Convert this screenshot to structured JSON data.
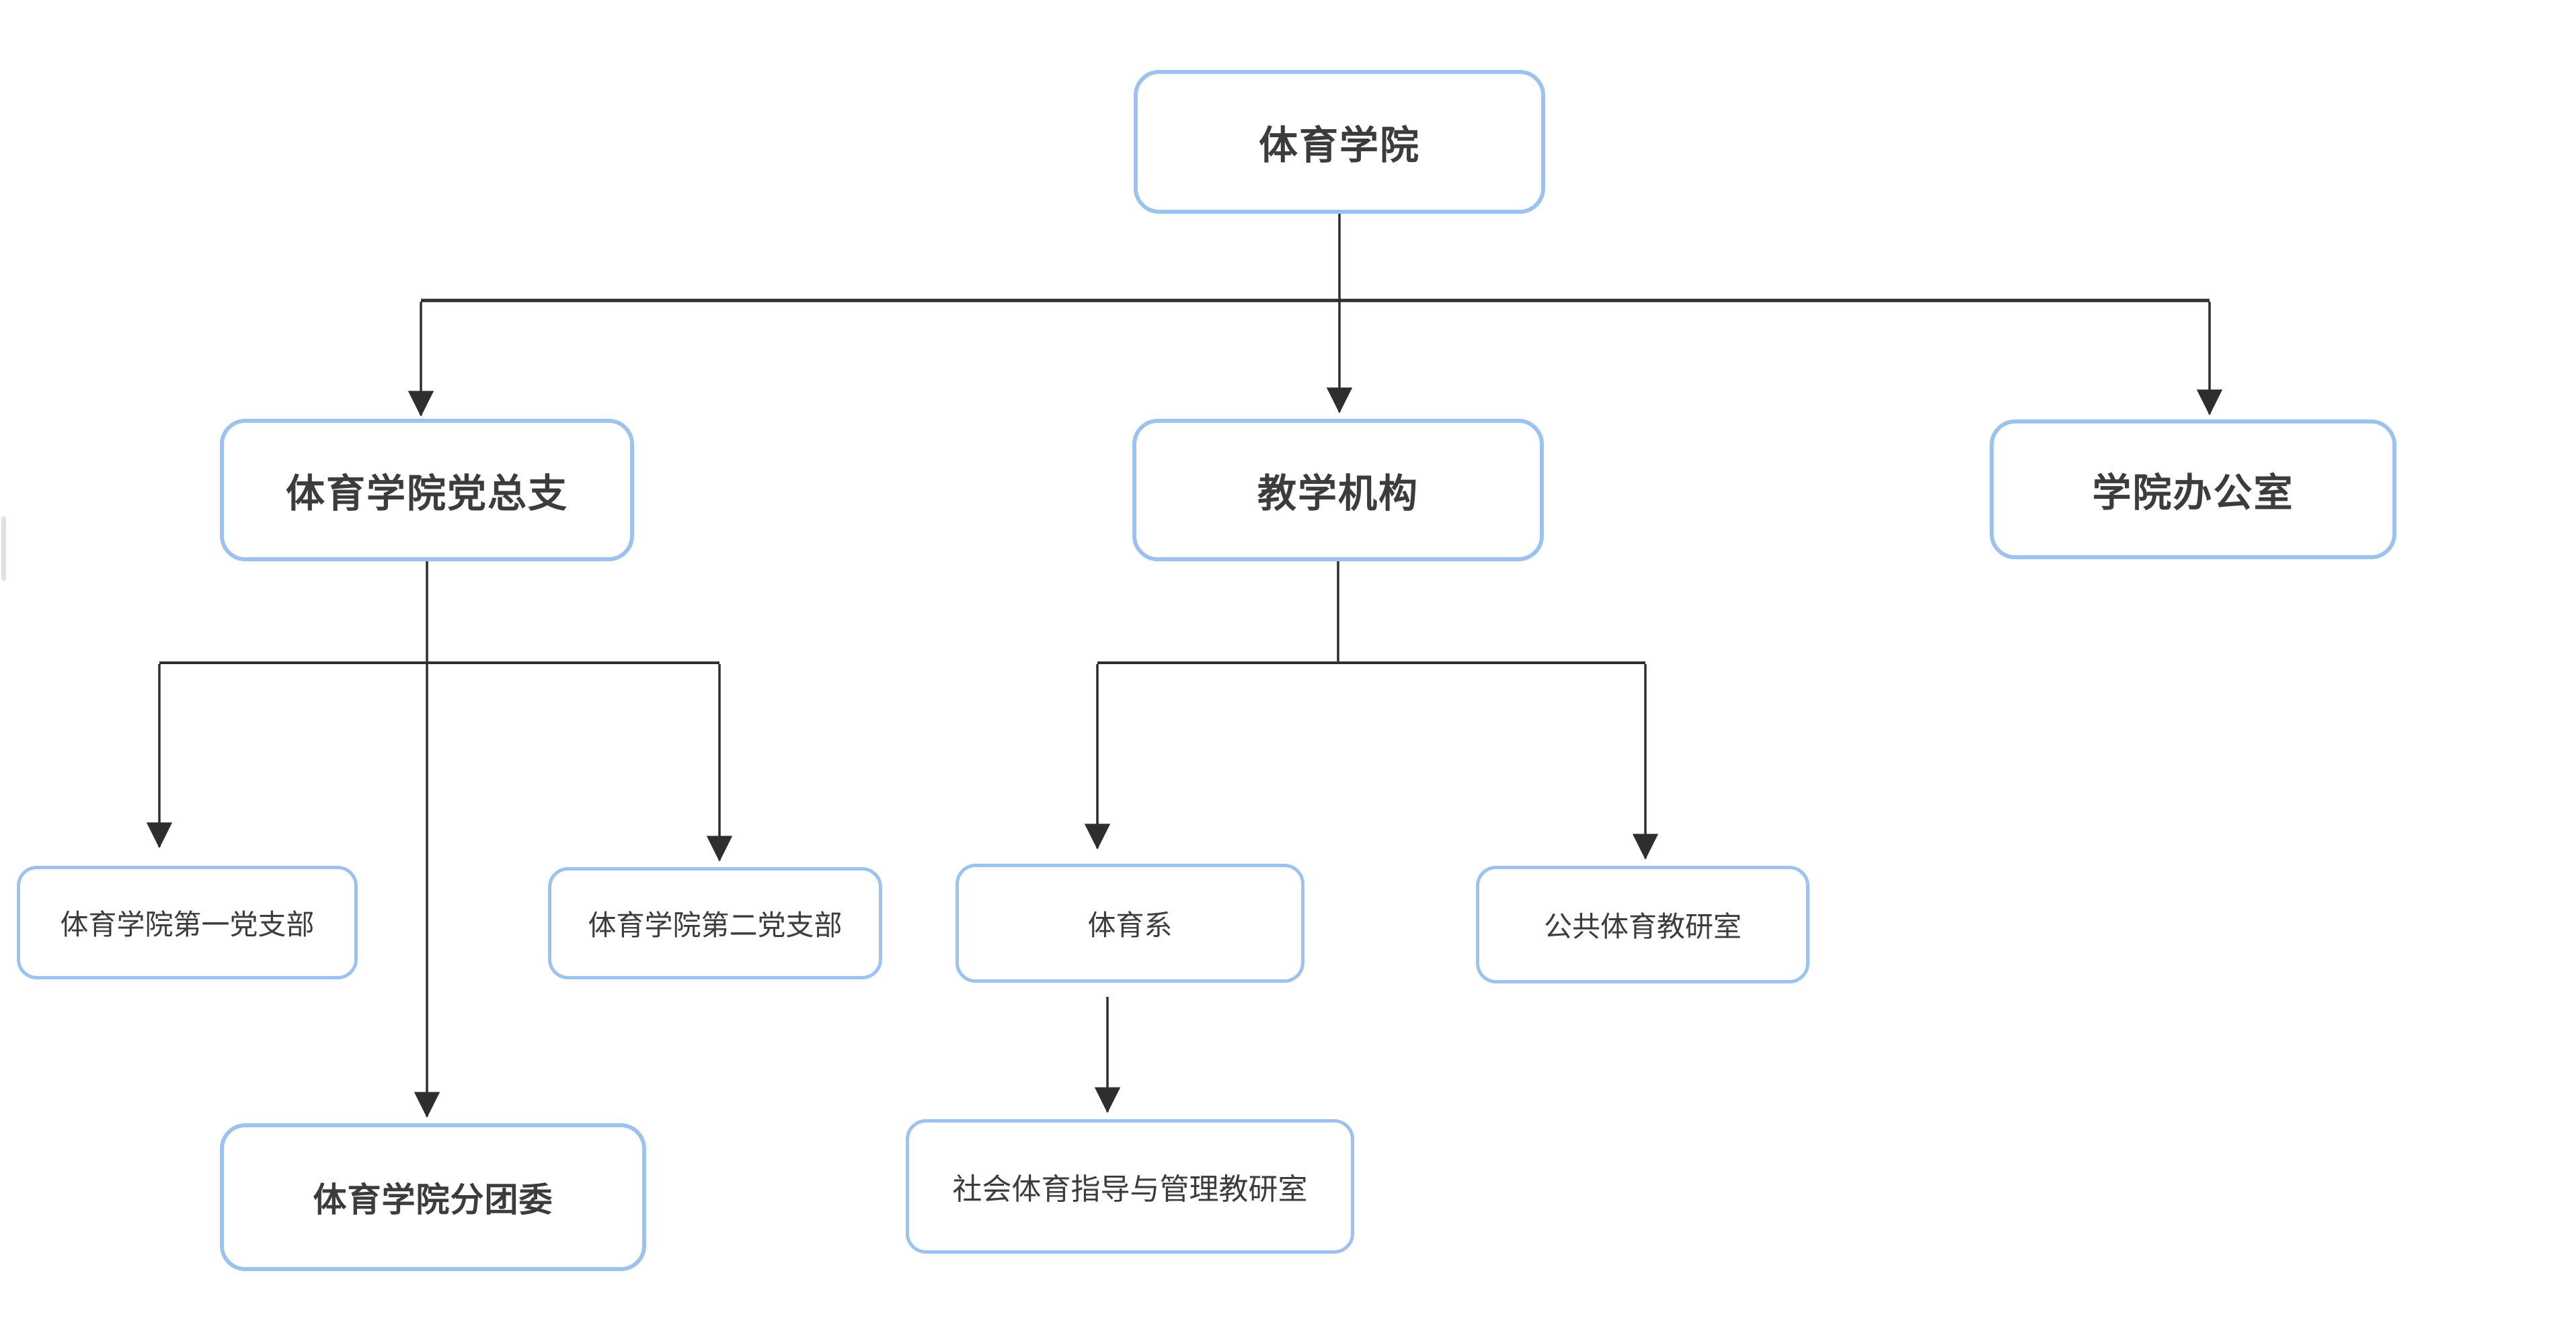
{
  "diagram": {
    "type": "org-chart",
    "background_color": "#ffffff",
    "colors": {
      "node_border": "#9cc2ef",
      "node_fill": "#ffffff",
      "node_text": "#3c3c3c",
      "connector": "#2e2e2e"
    },
    "nodes": [
      {
        "id": "root",
        "label": "体育学院",
        "level": 1
      },
      {
        "id": "party",
        "label": "体育学院党总支",
        "level": 2
      },
      {
        "id": "teaching",
        "label": "教学机构",
        "level": 2
      },
      {
        "id": "office",
        "label": "学院办公室",
        "level": 2
      },
      {
        "id": "branch1",
        "label": "体育学院第一党支部",
        "level": 3
      },
      {
        "id": "branch2",
        "label": "体育学院第二党支部",
        "level": 3
      },
      {
        "id": "pe-dept",
        "label": "体育系",
        "level": 3
      },
      {
        "id": "public-pe",
        "label": "公共体育教研室",
        "level": 3
      },
      {
        "id": "league",
        "label": "体育学院分团委",
        "level": 3
      },
      {
        "id": "social-pe",
        "label": "社会体育指导与管理教研室",
        "level": 4
      }
    ],
    "edges": [
      {
        "from": "体育学院",
        "to": "体育学院党总支"
      },
      {
        "from": "体育学院",
        "to": "教学机构"
      },
      {
        "from": "体育学院",
        "to": "学院办公室"
      },
      {
        "from": "体育学院党总支",
        "to": "体育学院第一党支部"
      },
      {
        "from": "体育学院党总支",
        "to": "体育学院第二党支部"
      },
      {
        "from": "体育学院党总支",
        "to": "体育学院分团委"
      },
      {
        "from": "教学机构",
        "to": "体育系"
      },
      {
        "from": "教学机构",
        "to": "公共体育教研室"
      },
      {
        "from": "体育系",
        "to": "社会体育指导与管理教研室"
      }
    ]
  }
}
